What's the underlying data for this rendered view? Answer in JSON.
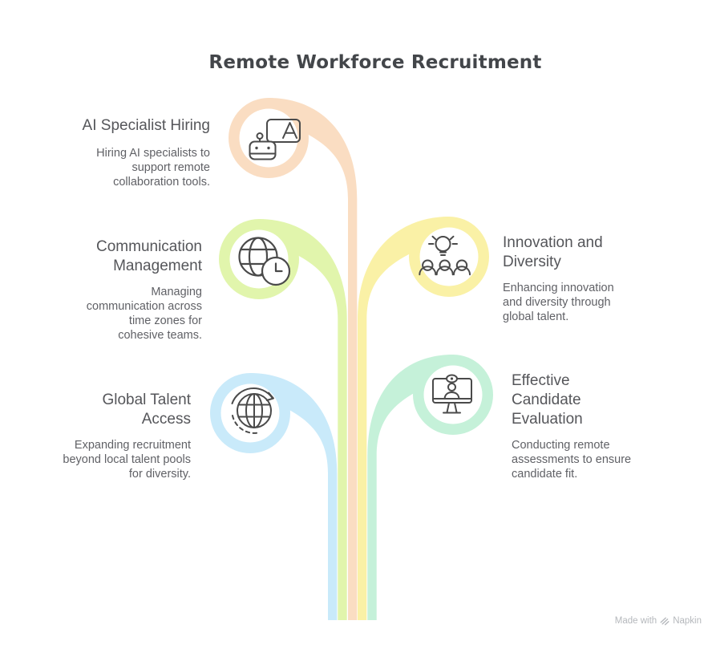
{
  "title": "Remote Workforce Recruitment",
  "nodes": [
    {
      "id": "ai-specialist-hiring",
      "title": "AI Specialist Hiring",
      "description": "Hiring AI specialists to support remote collaboration tools.",
      "color": "#FADDC2",
      "icon": "ai-translate-board-icon",
      "side": "left"
    },
    {
      "id": "communication-management",
      "title": "Communication Management",
      "description": "Managing communication across time zones for cohesive teams.",
      "color": "#E1F5AC",
      "icon": "globe-clock-icon",
      "side": "left"
    },
    {
      "id": "innovation-and-diversity",
      "title": "Innovation and Diversity",
      "description": "Enhancing innovation and diversity through global talent.",
      "color": "#FAF1A6",
      "icon": "lightbulb-team-icon",
      "side": "right"
    },
    {
      "id": "global-talent-access",
      "title": "Global Talent Access",
      "description": "Expanding recruitment beyond local talent pools for diversity.",
      "color": "#C9EAFA",
      "icon": "globe-cycle-arrow-icon",
      "side": "left"
    },
    {
      "id": "effective-candidate-evaluation",
      "title": "Effective Candidate Evaluation",
      "description": "Conducting remote assessments to ensure candidate fit.",
      "color": "#C5F1D9",
      "icon": "video-interview-icon",
      "side": "right"
    }
  ],
  "credit": {
    "prefix": "Made with",
    "brand": "Napkin"
  },
  "colors": {
    "background": "#ffffff",
    "heading_text": "#43464a",
    "node_title_text": "#55565a",
    "node_desc_text": "#606166",
    "icon_stroke": "#4a4a4a",
    "credit_text": "#b5b8bc"
  }
}
